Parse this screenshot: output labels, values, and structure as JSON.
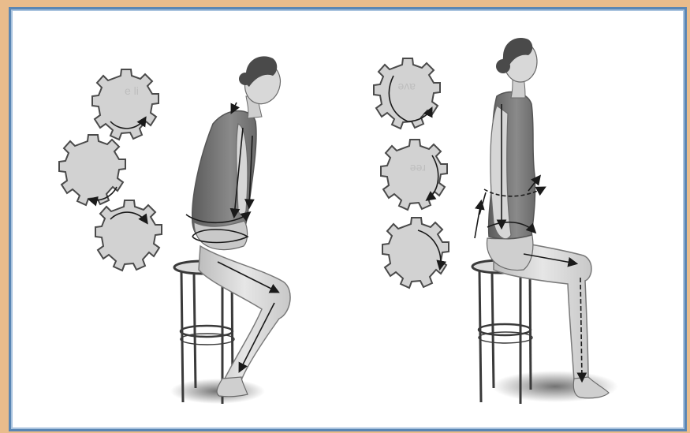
{
  "figure": {
    "panels": [
      {
        "id": "slouched",
        "gear_count": 3,
        "gear_text": [
          "e li"
        ]
      },
      {
        "id": "upright",
        "gear_count": 3,
        "gear_text": [
          "ave",
          "ree"
        ]
      }
    ],
    "colors": {
      "frame": "#e9bc8c",
      "border": "#5a86b4",
      "gear_fill": "#d2d2d2",
      "gear_stroke": "#4a4a4a",
      "figure_dark": "#777777",
      "figure_light": "#dcdcdc",
      "arrow": "#1a1a1a"
    },
    "icons": [
      "gear-icon",
      "stool-icon",
      "arrow-icon"
    ]
  }
}
